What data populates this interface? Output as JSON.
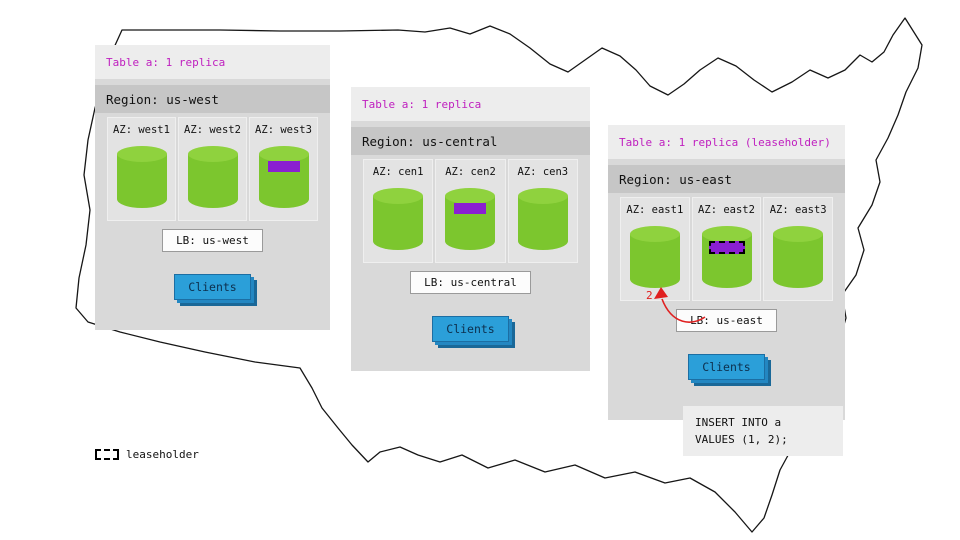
{
  "colors": {
    "table_header_text": "#bf1fbf",
    "cylinder_green": "#7cc62e",
    "replica_purple": "#8a1fd1",
    "clients_blue": "#2b9fd9",
    "arrow_red": "#e02020"
  },
  "panels": [
    {
      "id": "us-west",
      "table_label": "Table a: 1 replica",
      "region_label": "Region: us-west",
      "azs": [
        {
          "label": "AZ: west1",
          "has_replica": false,
          "is_leaseholder": false
        },
        {
          "label": "AZ: west2",
          "has_replica": false,
          "is_leaseholder": false
        },
        {
          "label": "AZ: west3",
          "has_replica": true,
          "is_leaseholder": false
        }
      ],
      "lb_label": "LB: us-west",
      "clients_label": "Clients"
    },
    {
      "id": "us-central",
      "table_label": "Table a: 1 replica",
      "region_label": "Region: us-central",
      "azs": [
        {
          "label": "AZ: cen1",
          "has_replica": false,
          "is_leaseholder": false
        },
        {
          "label": "AZ: cen2",
          "has_replica": true,
          "is_leaseholder": false
        },
        {
          "label": "AZ: cen3",
          "has_replica": false,
          "is_leaseholder": false
        }
      ],
      "lb_label": "LB: us-central",
      "clients_label": "Clients"
    },
    {
      "id": "us-east",
      "table_label": "Table a: 1 replica (leaseholder)",
      "region_label": "Region: us-east",
      "azs": [
        {
          "label": "AZ: east1",
          "has_replica": false,
          "is_leaseholder": false
        },
        {
          "label": "AZ: east2",
          "has_replica": true,
          "is_leaseholder": true
        },
        {
          "label": "AZ: east3",
          "has_replica": false,
          "is_leaseholder": false
        }
      ],
      "lb_label": "LB: us-east",
      "clients_label": "Clients",
      "step_label": "2"
    }
  ],
  "query": {
    "line1": "INSERT INTO a",
    "line2": "VALUES (1, 2);"
  },
  "legend": {
    "label": "leaseholder"
  }
}
